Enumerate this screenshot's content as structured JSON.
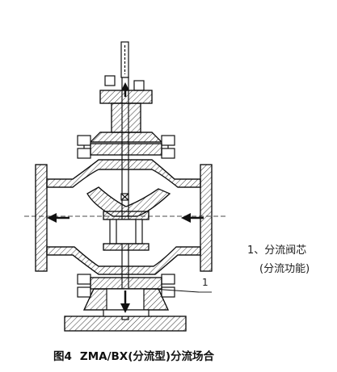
{
  "figure": {
    "caption_number": "图4",
    "caption_text": "ZMA/BX(分流型)分流场合",
    "callout": "1"
  },
  "notes": {
    "line1": "1、分流阀芯",
    "line2": "(分流功能)"
  },
  "colors": {
    "stroke": "#111111",
    "hatch": "#333333",
    "background": "#ffffff"
  }
}
